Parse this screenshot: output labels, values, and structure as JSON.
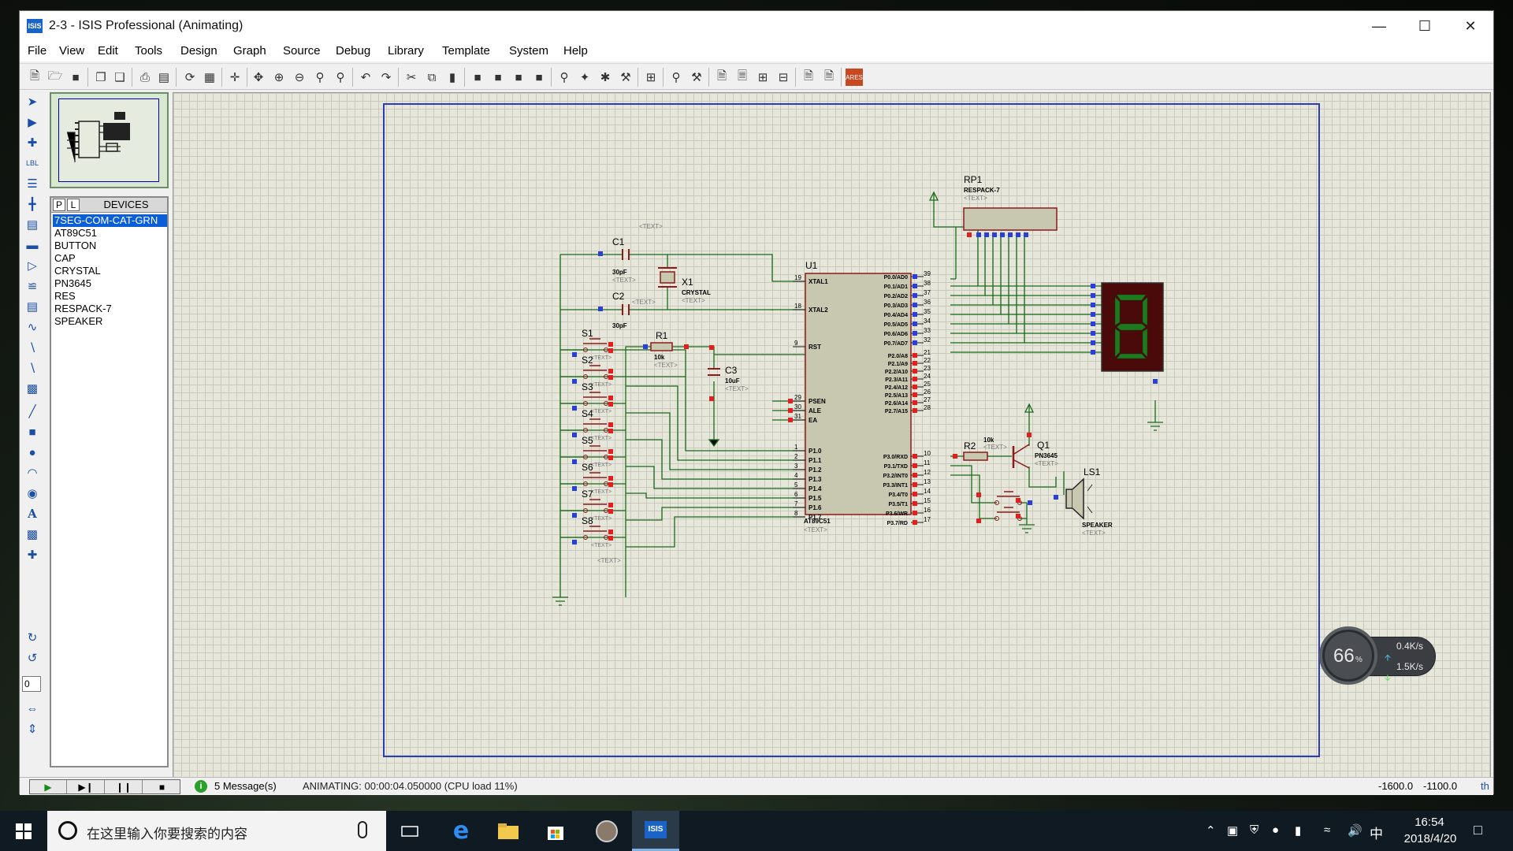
{
  "window": {
    "title": "2-3 - ISIS Professional (Animating)",
    "app_icon_text": "ISIS"
  },
  "menu": [
    "File",
    "View",
    "Edit",
    "Tools",
    "Design",
    "Graph",
    "Source",
    "Debug",
    "Library",
    "Template",
    "System",
    "Help"
  ],
  "device_panel": {
    "tab_p": "P",
    "tab_l": "L",
    "title": "DEVICES",
    "items": [
      "7SEG-COM-CAT-GRN",
      "AT89C51",
      "BUTTON",
      "CAP",
      "CRYSTAL",
      "PN3645",
      "RES",
      "RESPACK-7",
      "SPEAKER"
    ],
    "selected_index": 0
  },
  "rotation_value": "0",
  "schematic": {
    "text_placeholder": "<TEXT>",
    "u1": {
      "ref": "U1",
      "part": "AT89C51",
      "left_pins": [
        {
          "num": "19",
          "name": "XTAL1"
        },
        {
          "num": "18",
          "name": "XTAL2"
        },
        {
          "num": "9",
          "name": "RST"
        },
        {
          "num": "29",
          "name": "PSEN"
        },
        {
          "num": "30",
          "name": "ALE"
        },
        {
          "num": "31",
          "name": "EA"
        },
        {
          "num": "1",
          "name": "P1.0"
        },
        {
          "num": "2",
          "name": "P1.1"
        },
        {
          "num": "3",
          "name": "P1.2"
        },
        {
          "num": "4",
          "name": "P1.3"
        },
        {
          "num": "5",
          "name": "P1.4"
        },
        {
          "num": "6",
          "name": "P1.5"
        },
        {
          "num": "7",
          "name": "P1.6"
        },
        {
          "num": "8",
          "name": "P1.7"
        }
      ],
      "right_pins": [
        {
          "num": "39",
          "name": "P0.0/AD0"
        },
        {
          "num": "38",
          "name": "P0.1/AD1"
        },
        {
          "num": "37",
          "name": "P0.2/AD2"
        },
        {
          "num": "36",
          "name": "P0.3/AD3"
        },
        {
          "num": "35",
          "name": "P0.4/AD4"
        },
        {
          "num": "34",
          "name": "P0.5/AD5"
        },
        {
          "num": "33",
          "name": "P0.6/AD6"
        },
        {
          "num": "32",
          "name": "P0.7/AD7"
        },
        {
          "num": "21",
          "name": "P2.0/A8"
        },
        {
          "num": "22",
          "name": "P2.1/A9"
        },
        {
          "num": "23",
          "name": "P2.2/A10"
        },
        {
          "num": "24",
          "name": "P2.3/A11"
        },
        {
          "num": "25",
          "name": "P2.4/A12"
        },
        {
          "num": "26",
          "name": "P2.5/A13"
        },
        {
          "num": "27",
          "name": "P2.6/A14"
        },
        {
          "num": "28",
          "name": "P2.7/A15"
        },
        {
          "num": "10",
          "name": "P3.0/RXD"
        },
        {
          "num": "11",
          "name": "P3.1/TXD"
        },
        {
          "num": "12",
          "name": "P3.2/INT0"
        },
        {
          "num": "13",
          "name": "P3.3/INT1"
        },
        {
          "num": "14",
          "name": "P3.4/T0"
        },
        {
          "num": "15",
          "name": "P3.5/T1"
        },
        {
          "num": "16",
          "name": "P3.6/WR"
        },
        {
          "num": "17",
          "name": "P3.7/RD"
        }
      ]
    },
    "c1": {
      "ref": "C1",
      "value": "30pF"
    },
    "c2": {
      "ref": "C2",
      "value": "30pF"
    },
    "c3": {
      "ref": "C3",
      "value": "10uF"
    },
    "x1": {
      "ref": "X1",
      "part": "CRYSTAL"
    },
    "r1": {
      "ref": "R1",
      "value": "10k"
    },
    "r2": {
      "ref": "R2",
      "value": "10k"
    },
    "rp1": {
      "ref": "RP1",
      "part": "RESPACK-7"
    },
    "q1": {
      "ref": "Q1",
      "part": "PN3645"
    },
    "ls1": {
      "ref": "LS1",
      "part": "SPEAKER"
    },
    "switches": [
      "S1",
      "S2",
      "S3",
      "S4",
      "S5",
      "S6",
      "S7",
      "S8"
    ],
    "display_digit": "8"
  },
  "status": {
    "messages": "5 Message(s)",
    "animation": "ANIMATING: 00:00:04.050000 (CPU load 11%)",
    "coord_x": "-1600.0",
    "coord_y": "-1100.0",
    "units": "th"
  },
  "net_widget": {
    "percent": "66",
    "percent_unit": "%",
    "up": "0.4K/s",
    "down": "1.5K/s"
  },
  "taskbar": {
    "search_placeholder": "在这里输入你要搜索的内容",
    "ime": "中",
    "time": "16:54",
    "date": "2018/4/20"
  },
  "colors": {
    "sheet_border": "#2a3fb6",
    "wire": "#1a6b1a",
    "component": "#8b1a1a",
    "segment_on": "#1e7a1e",
    "pin_blue": "#2a3fd8",
    "pin_red": "#e02020"
  }
}
